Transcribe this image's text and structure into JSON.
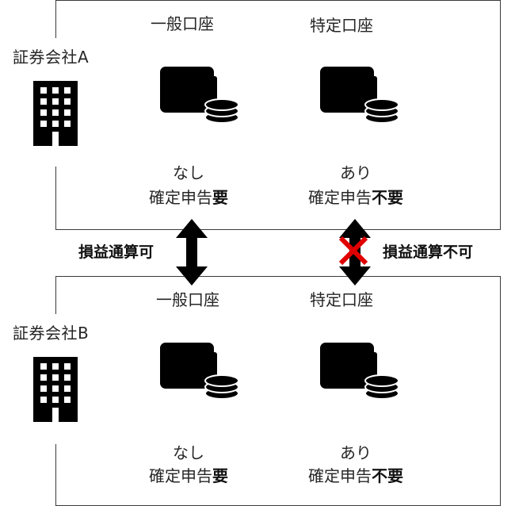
{
  "company_a": {
    "label": "証券会社A",
    "general": {
      "title": "一般口座",
      "withholding": "なし",
      "filing_prefix": "確定申告",
      "filing_emph": "要"
    },
    "specific": {
      "title": "特定口座",
      "withholding": "あり",
      "filing_prefix": "確定申告",
      "filing_emph": "不要"
    }
  },
  "company_b": {
    "label": "証券会社B",
    "general": {
      "title": "一般口座",
      "withholding": "なし",
      "filing_prefix": "確定申告",
      "filing_emph": "要"
    },
    "specific": {
      "title": "特定口座",
      "withholding": "あり",
      "filing_prefix": "確定申告",
      "filing_emph": "不要"
    }
  },
  "links": {
    "allowed": "損益通算可",
    "not_allowed": "損益通算不可"
  },
  "icons": {
    "building": "building-icon",
    "wallet": "wallet-coins-icon",
    "cross": "cross-icon"
  },
  "colors": {
    "line": "#3a3a3a",
    "icon": "#000000",
    "cross": "#e00000",
    "text": "#262626"
  }
}
